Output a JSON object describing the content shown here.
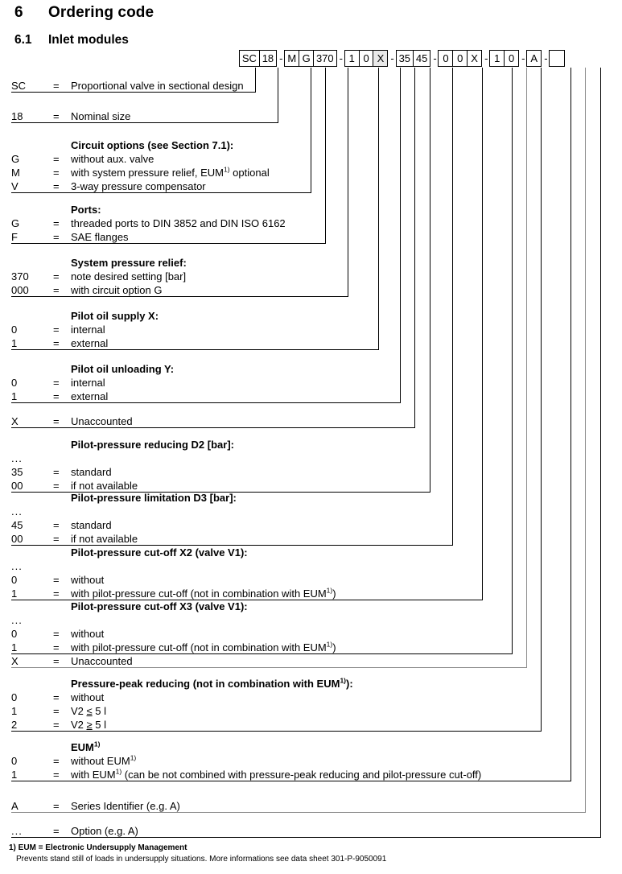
{
  "headings": {
    "section_number": "6",
    "section_title": "Ordering code",
    "sub_number": "6.1",
    "sub_title": "Inlet modules"
  },
  "code_string": {
    "segments": [
      {
        "boxes": [
          "SC",
          "18"
        ]
      },
      {
        "boxes": [
          "M",
          "G",
          "370"
        ]
      },
      {
        "boxes": [
          "1",
          "0",
          "X"
        ]
      },
      {
        "boxes": [
          "35",
          "45"
        ]
      },
      {
        "boxes": [
          "0",
          "0",
          "X"
        ]
      },
      {
        "boxes": [
          "1",
          "0"
        ]
      },
      {
        "boxes": [
          "A"
        ]
      },
      {
        "boxes": [
          ""
        ]
      }
    ],
    "separator": "-"
  },
  "blocks": [
    {
      "title": "",
      "rows": [
        {
          "code": "SC",
          "eq": "=",
          "desc": "Proportional valve in sectional design"
        }
      ]
    },
    {
      "title": "",
      "rows": [
        {
          "code": "18",
          "eq": "=",
          "desc": "Nominal size"
        }
      ]
    },
    {
      "title": "Circuit options (see Section 7.1):",
      "rows": [
        {
          "code": "G",
          "eq": "=",
          "desc": "without aux. valve"
        },
        {
          "code": "M",
          "eq": "=",
          "desc": "with system pressure relief, EUM<sup>1)</sup> optional"
        },
        {
          "code": "V",
          "eq": "=",
          "desc": "3-way pressure compensator"
        }
      ]
    },
    {
      "title": "Ports:",
      "rows": [
        {
          "code": "G",
          "eq": "=",
          "desc": "threaded ports to DIN 3852 and DIN ISO 6162"
        },
        {
          "code": "F",
          "eq": "=",
          "desc": "SAE flanges"
        }
      ]
    },
    {
      "title": "System pressure relief:",
      "rows": [
        {
          "code": "370",
          "eq": "=",
          "desc": "note desired setting [bar]"
        },
        {
          "code": "000",
          "eq": "=",
          "desc": "with circuit option G"
        }
      ]
    },
    {
      "title": "Pilot oil supply X:",
      "rows": [
        {
          "code": "0",
          "eq": "=",
          "desc": "internal"
        },
        {
          "code": "1",
          "eq": "=",
          "desc": "external"
        }
      ]
    },
    {
      "title": "Pilot oil unloading Y:",
      "rows": [
        {
          "code": "0",
          "eq": "=",
          "desc": "internal"
        },
        {
          "code": "1",
          "eq": "=",
          "desc": "external"
        }
      ]
    },
    {
      "title": "",
      "rows": [
        {
          "code": "X",
          "eq": "=",
          "desc": "Unaccounted"
        }
      ]
    },
    {
      "title": "Pilot-pressure reducing D2 [bar]:",
      "rows": [
        {
          "code": "...",
          "eq": "",
          "desc": ""
        },
        {
          "code": "35",
          "eq": "=",
          "desc": "standard"
        },
        {
          "code": "00",
          "eq": "=",
          "desc": "if not available"
        }
      ]
    },
    {
      "title": "Pilot-pressure limitation D3 [bar]:",
      "rows": [
        {
          "code": "...",
          "eq": "",
          "desc": ""
        },
        {
          "code": "45",
          "eq": "=",
          "desc": "standard"
        },
        {
          "code": "00",
          "eq": "=",
          "desc": "if not available"
        }
      ]
    },
    {
      "title": "Pilot-pressure cut-off X2 (valve V1):",
      "rows": [
        {
          "code": "...",
          "eq": "",
          "desc": ""
        },
        {
          "code": "0",
          "eq": "=",
          "desc": "without"
        },
        {
          "code": "1",
          "eq": "=",
          "desc": "with pilot-pressure cut-off (not in combination with EUM<sup>1)</sup>)"
        }
      ]
    },
    {
      "title": "Pilot-pressure cut-off X3 (valve V1):",
      "rows": [
        {
          "code": "...",
          "eq": "",
          "desc": ""
        },
        {
          "code": "0",
          "eq": "=",
          "desc": "without"
        },
        {
          "code": "1",
          "eq": "=",
          "desc": "with pilot-pressure cut-off (not in combination with EUM<sup>1)</sup>)"
        }
      ]
    },
    {
      "title": "",
      "rows": [
        {
          "code": "X",
          "eq": "=",
          "desc": "Unaccounted"
        }
      ]
    },
    {
      "title": "Pressure-peak reducing (not in combination with EUM<sup>1)</sup>):",
      "rows": [
        {
          "code": "0",
          "eq": "=",
          "desc": "without"
        },
        {
          "code": "1",
          "eq": "=",
          "desc": "V2 <span class=\"ul-op\">&le;</span> 5 l"
        },
        {
          "code": "2",
          "eq": "=",
          "desc": "V2 <span class=\"ul-op\">&ge;</span> 5 l"
        }
      ]
    },
    {
      "title": "EUM<sup>1)</sup>",
      "rows": [
        {
          "code": "0",
          "eq": "=",
          "desc": "without EUM<sup>1)</sup>"
        },
        {
          "code": "1",
          "eq": "=",
          "desc": "with EUM<sup>1)</sup> (can be not combined with pressure-peak reducing and pilot-pressure cut-off)"
        }
      ]
    },
    {
      "title": "",
      "rows": [
        {
          "code": "A",
          "eq": "=",
          "desc": "Series Identifier (e.g. A)"
        }
      ]
    },
    {
      "title": "",
      "rows": [
        {
          "code": "...",
          "eq": "=",
          "desc": "Option (e.g. A)"
        }
      ]
    }
  ],
  "footnote": {
    "line1": "1) EUM = Electronic Undersupply Management",
    "line2": "Prevents stand still of loads in undersupply situations. More informations see data sheet 301-P-9050091"
  },
  "layout": {
    "block_tops": [
      98,
      136,
      172,
      252,
      318,
      384,
      450,
      515,
      544,
      610,
      678,
      745,
      813,
      841,
      920,
      993,
      1024
    ],
    "block_widths": [
      303,
      331,
      372,
      390,
      418,
      456,
      483,
      501,
      520,
      548,
      585,
      622,
      640,
      658,
      695,
      713,
      732
    ],
    "connector_x": [
      317,
      345,
      386,
      404,
      432,
      470,
      497,
      515,
      534,
      562,
      599,
      636,
      654,
      672,
      709,
      727,
      746
    ],
    "grey_connectors": [
      12,
      15
    ]
  }
}
